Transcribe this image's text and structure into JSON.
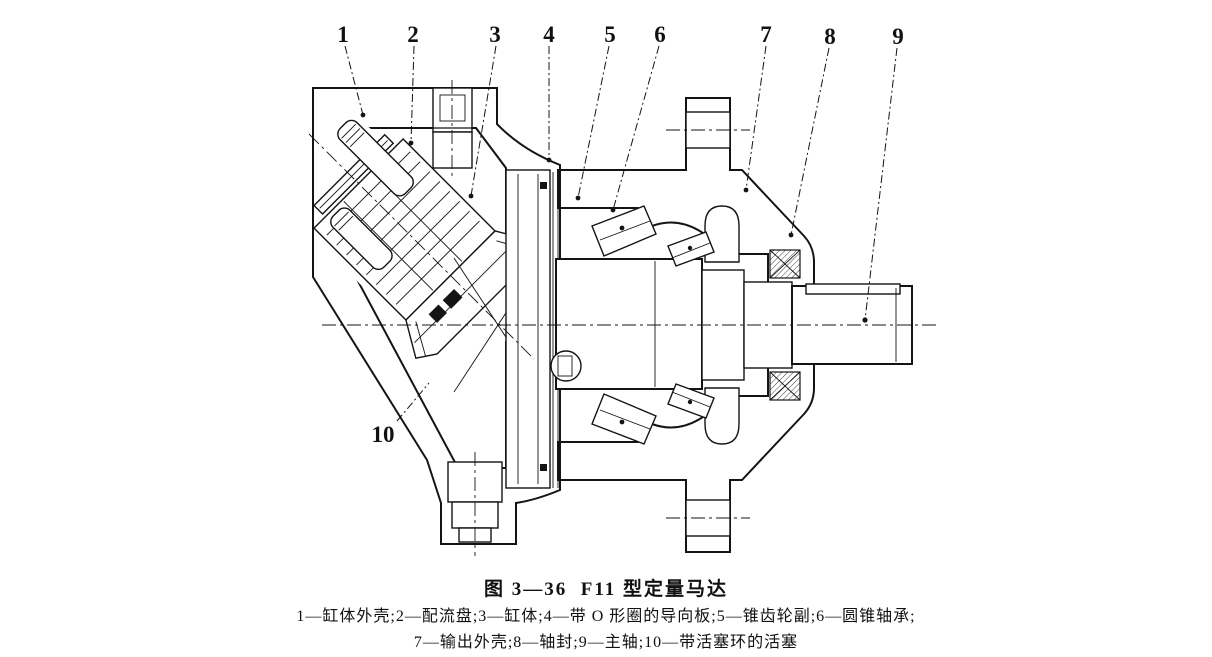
{
  "figure": {
    "title": "图 3—36  F11 型定量马达",
    "legend_line1": "1—缸体外壳;2—配流盘;3—缸体;4—带 O 形圈的导向板;5—锥齿轮副;6—圆锥轴承;",
    "legend_line2": "7—输出外壳;8—轴封;9—主轴;10—带活塞环的活塞"
  },
  "parts": [
    {
      "num": "1",
      "name": "缸体外壳"
    },
    {
      "num": "2",
      "name": "配流盘"
    },
    {
      "num": "3",
      "name": "缸体"
    },
    {
      "num": "4",
      "name": "带 O 形圈的导向板"
    },
    {
      "num": "5",
      "name": "锥齿轮副"
    },
    {
      "num": "6",
      "name": "圆锥轴承"
    },
    {
      "num": "7",
      "name": "输出外壳"
    },
    {
      "num": "8",
      "name": "轴封"
    },
    {
      "num": "9",
      "name": "主轴"
    },
    {
      "num": "10",
      "name": "带活塞环的活塞"
    }
  ],
  "colors": {
    "ink": "#141414",
    "paper": "#ffffff"
  }
}
